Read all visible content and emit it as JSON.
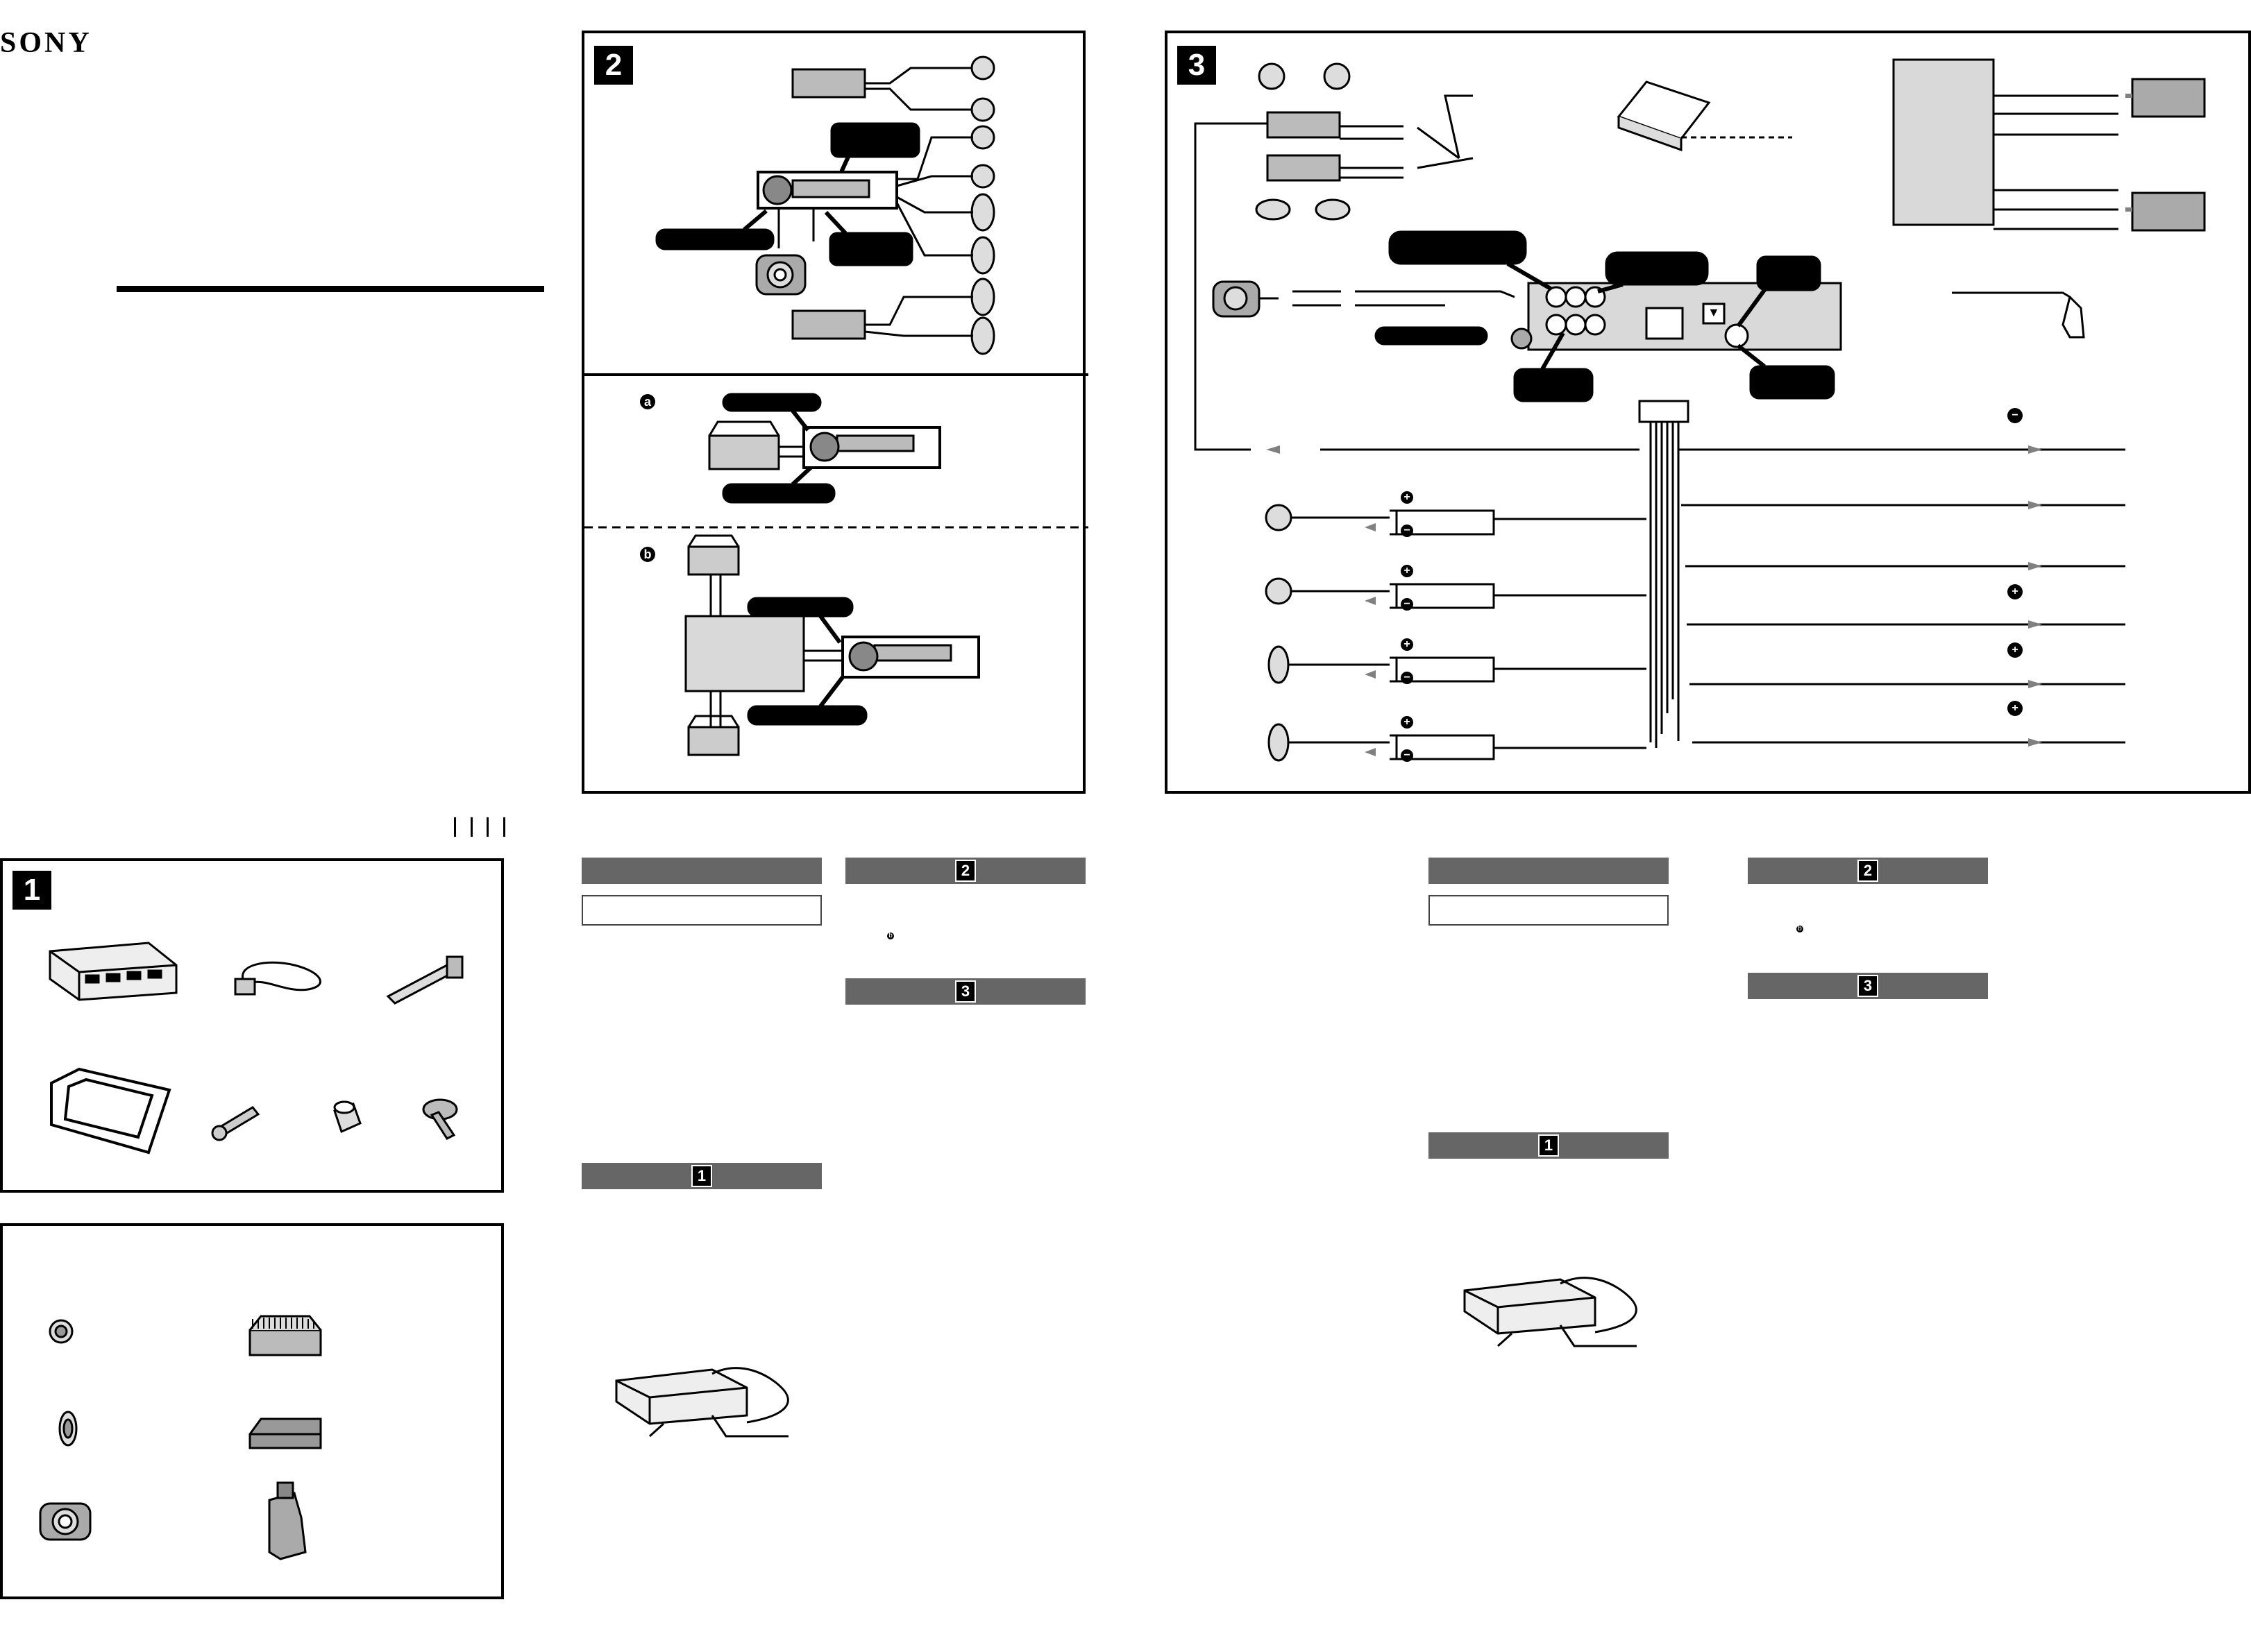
{
  "brand": "SONY",
  "panels": {
    "p1": "1",
    "p2": "2",
    "p3": "3",
    "sub_a": "a",
    "sub_b": "b"
  },
  "text_col1": {
    "sec2_num": "2",
    "sec3_num": "3",
    "sec1_num": "1",
    "bullet": "b"
  },
  "text_col2": {
    "sec2_num": "2",
    "sec3_num": "3",
    "sec1_num": "1",
    "bullet": "b"
  },
  "fig3": {
    "plus": "+",
    "minus": "−",
    "arrow_down": "▼"
  },
  "colors": {
    "ink": "#000000",
    "grey_bar": "#666666",
    "fill_grey": "#d9d9d9",
    "arrow_grey": "#808080"
  }
}
